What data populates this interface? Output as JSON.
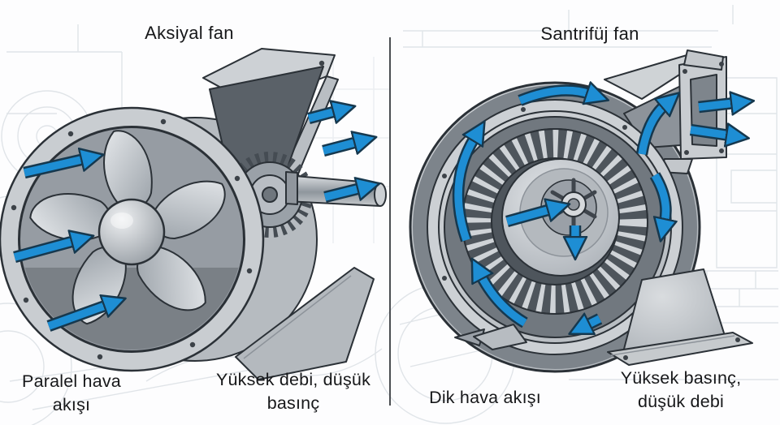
{
  "axial": {
    "title": "Aksiyal fan",
    "caption_flow_l1": "Paralel hava",
    "caption_flow_l2": "akışı",
    "caption_perf_l1": "Yüksek debi, düşük",
    "caption_perf_l2": "basınç"
  },
  "centrifugal": {
    "title": "Santrifüj fan",
    "caption_flow": "Dik hava akışı",
    "caption_perf_l1": "Yüksek basınç,",
    "caption_perf_l2": "düşük debi"
  },
  "colors": {
    "arrow_fill": "#1e8ed4",
    "arrow_outline": "#16384e",
    "line_dark": "#2b3137",
    "metal_light": "#d6d9dc",
    "metal_mid": "#b2b7bc",
    "metal_dark": "#6b727a",
    "blueprint_line": "#dbe0e5",
    "divider": "#4b4e52",
    "text": "#17181a"
  }
}
